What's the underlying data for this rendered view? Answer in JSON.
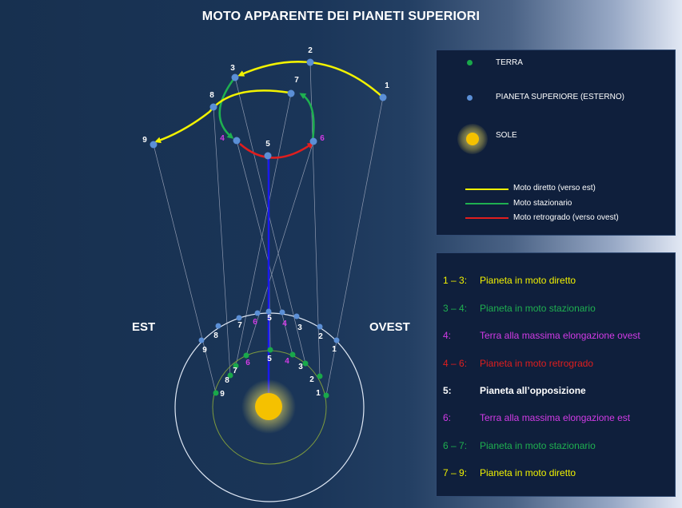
{
  "title": "MOTO APPARENTE DEI PIANETI SUPERIORI",
  "labels": {
    "east": "EST",
    "west": "OVEST"
  },
  "colors": {
    "earth": "#19a84a",
    "planet": "#5b8fd6",
    "sun": "#f5c100",
    "direct": "#f2f200",
    "stationary": "#1fb050",
    "retrograde": "#e01e1e",
    "opposition_line": "#1a1aee",
    "elongation": "#d23be6"
  },
  "legend": {
    "earth": "TERRA",
    "planet": "PIANETA SUPERIORE (ESTERNO)",
    "sun": "SOLE",
    "direct": "Moto diretto (verso est)",
    "stationary": "Moto stazionario",
    "retrograde": "Moto retrogrado (verso ovest)"
  },
  "phases": [
    {
      "num": "1 – 3:",
      "text": "Pianeta in moto diretto",
      "color": "#f2f200"
    },
    {
      "num": "3 – 4:",
      "text": "Pianeta in moto stazionario",
      "color": "#1fb050"
    },
    {
      "num": "4:",
      "text": "Terra alla massima elongazione ovest",
      "color": "#d23be6"
    },
    {
      "num": "4 – 6:",
      "text": "Pianeta in moto retrogrado",
      "color": "#e01e1e"
    },
    {
      "num": "5:",
      "text": "Pianeta all’opposizione",
      "color": "#ffffff"
    },
    {
      "num": "6:",
      "text": "Terra alla massima elongazione est",
      "color": "#d23be6"
    },
    {
      "num": "6 – 7:",
      "text": "Pianeta in moto stazionario",
      "color": "#1fb050"
    },
    {
      "num": "7 – 9:",
      "text": "Pianeta in moto diretto",
      "color": "#f2f200"
    }
  ],
  "positions": {
    "apparent": [
      "1",
      "2",
      "3",
      "4",
      "5",
      "6",
      "7",
      "8",
      "9"
    ],
    "planet": [
      "1",
      "2",
      "3",
      "4",
      "5",
      "6",
      "7",
      "8",
      "9"
    ],
    "earth": [
      "1",
      "2",
      "3",
      "4",
      "5",
      "6",
      "7",
      "8",
      "9"
    ]
  }
}
